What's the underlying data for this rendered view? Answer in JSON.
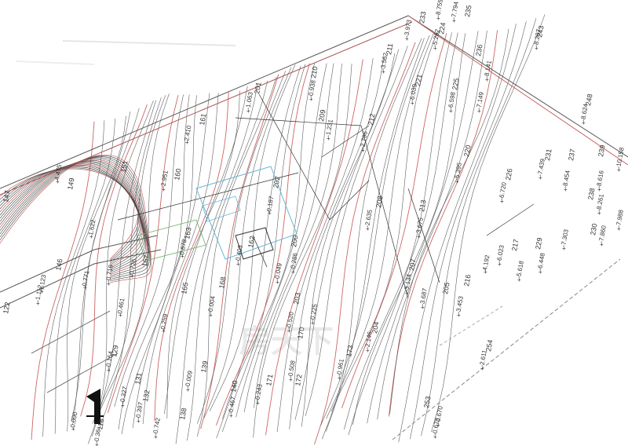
{
  "watermark": "房天下",
  "colors": {
    "contour": "#444444",
    "contour_red": "#c44a4a",
    "grid_cyan": "#68b8d8",
    "grid_green": "#6ab06a",
    "boundary": "#555555",
    "north_arrow": "#111111"
  },
  "point_labels": [
    {
      "id": "p235",
      "text": "235"
    },
    {
      "id": "p243",
      "text": "243"
    },
    {
      "id": "p233",
      "text": "233"
    },
    {
      "id": "p224",
      "text": "224"
    },
    {
      "id": "p236",
      "text": "236"
    },
    {
      "id": "p211",
      "text": "211"
    },
    {
      "id": "p210",
      "text": "210"
    },
    {
      "id": "p225",
      "text": "225"
    },
    {
      "id": "p221",
      "text": "221"
    },
    {
      "id": "p201",
      "text": "201"
    },
    {
      "id": "p209",
      "text": "209"
    },
    {
      "id": "p212",
      "text": "212"
    },
    {
      "id": "p161",
      "text": "161"
    },
    {
      "id": "p248",
      "text": "248"
    },
    {
      "id": "p239",
      "text": "239"
    },
    {
      "id": "p237",
      "text": "237"
    },
    {
      "id": "p231",
      "text": "231"
    },
    {
      "id": "p220",
      "text": "220"
    },
    {
      "id": "p226",
      "text": "226"
    },
    {
      "id": "p160",
      "text": "160"
    },
    {
      "id": "p202",
      "text": "202"
    },
    {
      "id": "p208",
      "text": "208"
    },
    {
      "id": "p213",
      "text": "213"
    },
    {
      "id": "p238",
      "text": "238"
    },
    {
      "id": "p230",
      "text": "230"
    },
    {
      "id": "p229",
      "text": "229"
    },
    {
      "id": "p217",
      "text": "217"
    },
    {
      "id": "p163",
      "text": "163"
    },
    {
      "id": "p200",
      "text": "200"
    },
    {
      "id": "p207",
      "text": "207"
    },
    {
      "id": "p216",
      "text": "216"
    },
    {
      "id": "p205",
      "text": "205"
    },
    {
      "id": "p167",
      "text": "167"
    },
    {
      "id": "p162",
      "text": "162"
    },
    {
      "id": "p203",
      "text": "203"
    },
    {
      "id": "p165",
      "text": "165"
    },
    {
      "id": "p168",
      "text": "168"
    },
    {
      "id": "p204",
      "text": "204"
    },
    {
      "id": "p146",
      "text": "146"
    },
    {
      "id": "p122",
      "text": "122"
    },
    {
      "id": "p129",
      "text": "129"
    },
    {
      "id": "p139",
      "text": "139"
    },
    {
      "id": "p173",
      "text": "173"
    },
    {
      "id": "p170",
      "text": "170"
    },
    {
      "id": "p172",
      "text": "172"
    },
    {
      "id": "p171",
      "text": "171"
    },
    {
      "id": "p140",
      "text": "140"
    },
    {
      "id": "p131",
      "text": "131"
    },
    {
      "id": "p132",
      "text": "132"
    },
    {
      "id": "p118",
      "text": "118"
    },
    {
      "id": "p138",
      "text": "138"
    },
    {
      "id": "p254",
      "text": "254"
    },
    {
      "id": "p253",
      "text": "253"
    },
    {
      "id": "p147",
      "text": "147"
    },
    {
      "id": "p149",
      "text": "149"
    },
    {
      "id": "p151",
      "text": "151"
    }
  ],
  "elevation_labels": [
    {
      "id": "e1",
      "text": "-7.794"
    },
    {
      "id": "e2",
      "text": "-8.755"
    },
    {
      "id": "e3",
      "text": "-8.287"
    },
    {
      "id": "e4",
      "text": "-3.973"
    },
    {
      "id": "e5",
      "text": "-5.262"
    },
    {
      "id": "e6",
      "text": "-3.562"
    },
    {
      "id": "e7",
      "text": "-0.938"
    },
    {
      "id": "e8",
      "text": "-6.039"
    },
    {
      "id": "e9",
      "text": "-8.141"
    },
    {
      "id": "e10",
      "text": "-6.598"
    },
    {
      "id": "e11",
      "text": "-7.149"
    },
    {
      "id": "e12",
      "text": "-1.063"
    },
    {
      "id": "e13",
      "text": "-1.231"
    },
    {
      "id": "e14",
      "text": "-2.796"
    },
    {
      "id": "e15",
      "text": "-8.624"
    },
    {
      "id": "e16",
      "text": "2.410"
    },
    {
      "id": "e17",
      "text": "-5.395"
    },
    {
      "id": "e18",
      "text": "-7.439"
    },
    {
      "id": "e19",
      "text": "-8.454"
    },
    {
      "id": "e20",
      "text": "-10.158"
    },
    {
      "id": "e21",
      "text": "-8.616"
    },
    {
      "id": "e22",
      "text": "-6.720"
    },
    {
      "id": "e23",
      "text": "4.475"
    },
    {
      "id": "e24",
      "text": "-2.951"
    },
    {
      "id": "e25",
      "text": "0.187"
    },
    {
      "id": "e26",
      "text": "-2.635"
    },
    {
      "id": "e27",
      "text": "-3.675"
    },
    {
      "id": "e28",
      "text": "-8.261"
    },
    {
      "id": "e29",
      "text": "-7.988"
    },
    {
      "id": "e30",
      "text": "-7.860"
    },
    {
      "id": "e31",
      "text": "-7.303"
    },
    {
      "id": "e32",
      "text": "-6.448"
    },
    {
      "id": "e33",
      "text": "-5.618"
    },
    {
      "id": "e34",
      "text": "-6.023"
    },
    {
      "id": "e35",
      "text": "1.622"
    },
    {
      "id": "e36",
      "text": "0.878"
    },
    {
      "id": "e37",
      "text": "-0.403"
    },
    {
      "id": "e38",
      "text": "-0.049"
    },
    {
      "id": "e39",
      "text": "-0.286"
    },
    {
      "id": "e40",
      "text": "4.192"
    },
    {
      "id": "e41",
      "text": "-3.134"
    },
    {
      "id": "e42",
      "text": "-3.687"
    },
    {
      "id": "e43",
      "text": "-3.453"
    },
    {
      "id": "e44",
      "text": "0.726"
    },
    {
      "id": "e45",
      "text": "-0.004"
    },
    {
      "id": "e46",
      "text": "-0.225"
    },
    {
      "id": "e47",
      "text": "-0.520"
    },
    {
      "id": "e48",
      "text": "-2.146"
    },
    {
      "id": "e49",
      "text": "0.461"
    },
    {
      "id": "e50",
      "text": "0.259"
    },
    {
      "id": "e51",
      "text": "-0.961"
    },
    {
      "id": "e52",
      "text": "-0.508"
    },
    {
      "id": "e53",
      "text": "-0.009"
    },
    {
      "id": "e54",
      "text": "-0.243"
    },
    {
      "id": "e55",
      "text": "-0.467"
    },
    {
      "id": "e56",
      "text": "-0.327"
    },
    {
      "id": "e57",
      "text": "-0.397"
    },
    {
      "id": "e58",
      "text": "-0.742"
    },
    {
      "id": "e59",
      "text": "-0.36"
    },
    {
      "id": "e60",
      "text": "0.000"
    },
    {
      "id": "e61",
      "text": "-2.611"
    },
    {
      "id": "e62",
      "text": "-0.673"
    },
    {
      "id": "e63",
      "text": "-0.670"
    },
    {
      "id": "e64",
      "text": "1.123"
    },
    {
      "id": "e65",
      "text": "-1.112"
    },
    {
      "id": "e66",
      "text": "-0.154"
    },
    {
      "id": "e67",
      "text": "0.771"
    },
    {
      "id": "e68",
      "text": "-0.719"
    }
  ]
}
